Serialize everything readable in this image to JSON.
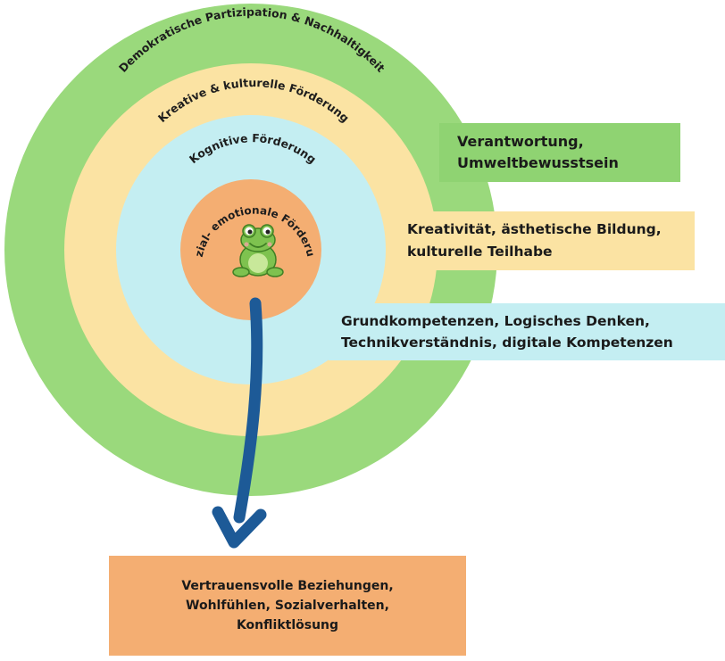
{
  "rings": [
    {
      "label": "Demokratische Partizipation & Nachhaltigkeit",
      "color": "#9ad97c"
    },
    {
      "label": "Kreative & kulturelle Förderung",
      "color": "#fbe3a3"
    },
    {
      "label": "Kognitive Förderung",
      "color": "#c4eef2"
    },
    {
      "label": "Sozial- emotionale Förderung",
      "color": "#f4ae72"
    }
  ],
  "boxes": [
    {
      "lines": [
        "Verantwortung,",
        "Umweltbewusstsein"
      ],
      "color": "#8fd372"
    },
    {
      "lines": [
        "Kreativität, ästhetische Bildung,",
        "kulturelle Teilhabe"
      ],
      "color": "#fbe3a3"
    },
    {
      "lines": [
        "Grundkompetenzen, Logisches Denken,",
        "Technikverständnis, digitale Kompetenzen"
      ],
      "color": "#c4eef2"
    },
    {
      "lines": [
        "Vertrauensvolle Beziehungen,",
        "Wohlfühlen, Sozialverhalten,",
        "Konfliktlösung"
      ],
      "color": "#f4ae72"
    }
  ],
  "arrow_color": "#1d5a97",
  "center_icon": "frog-icon"
}
